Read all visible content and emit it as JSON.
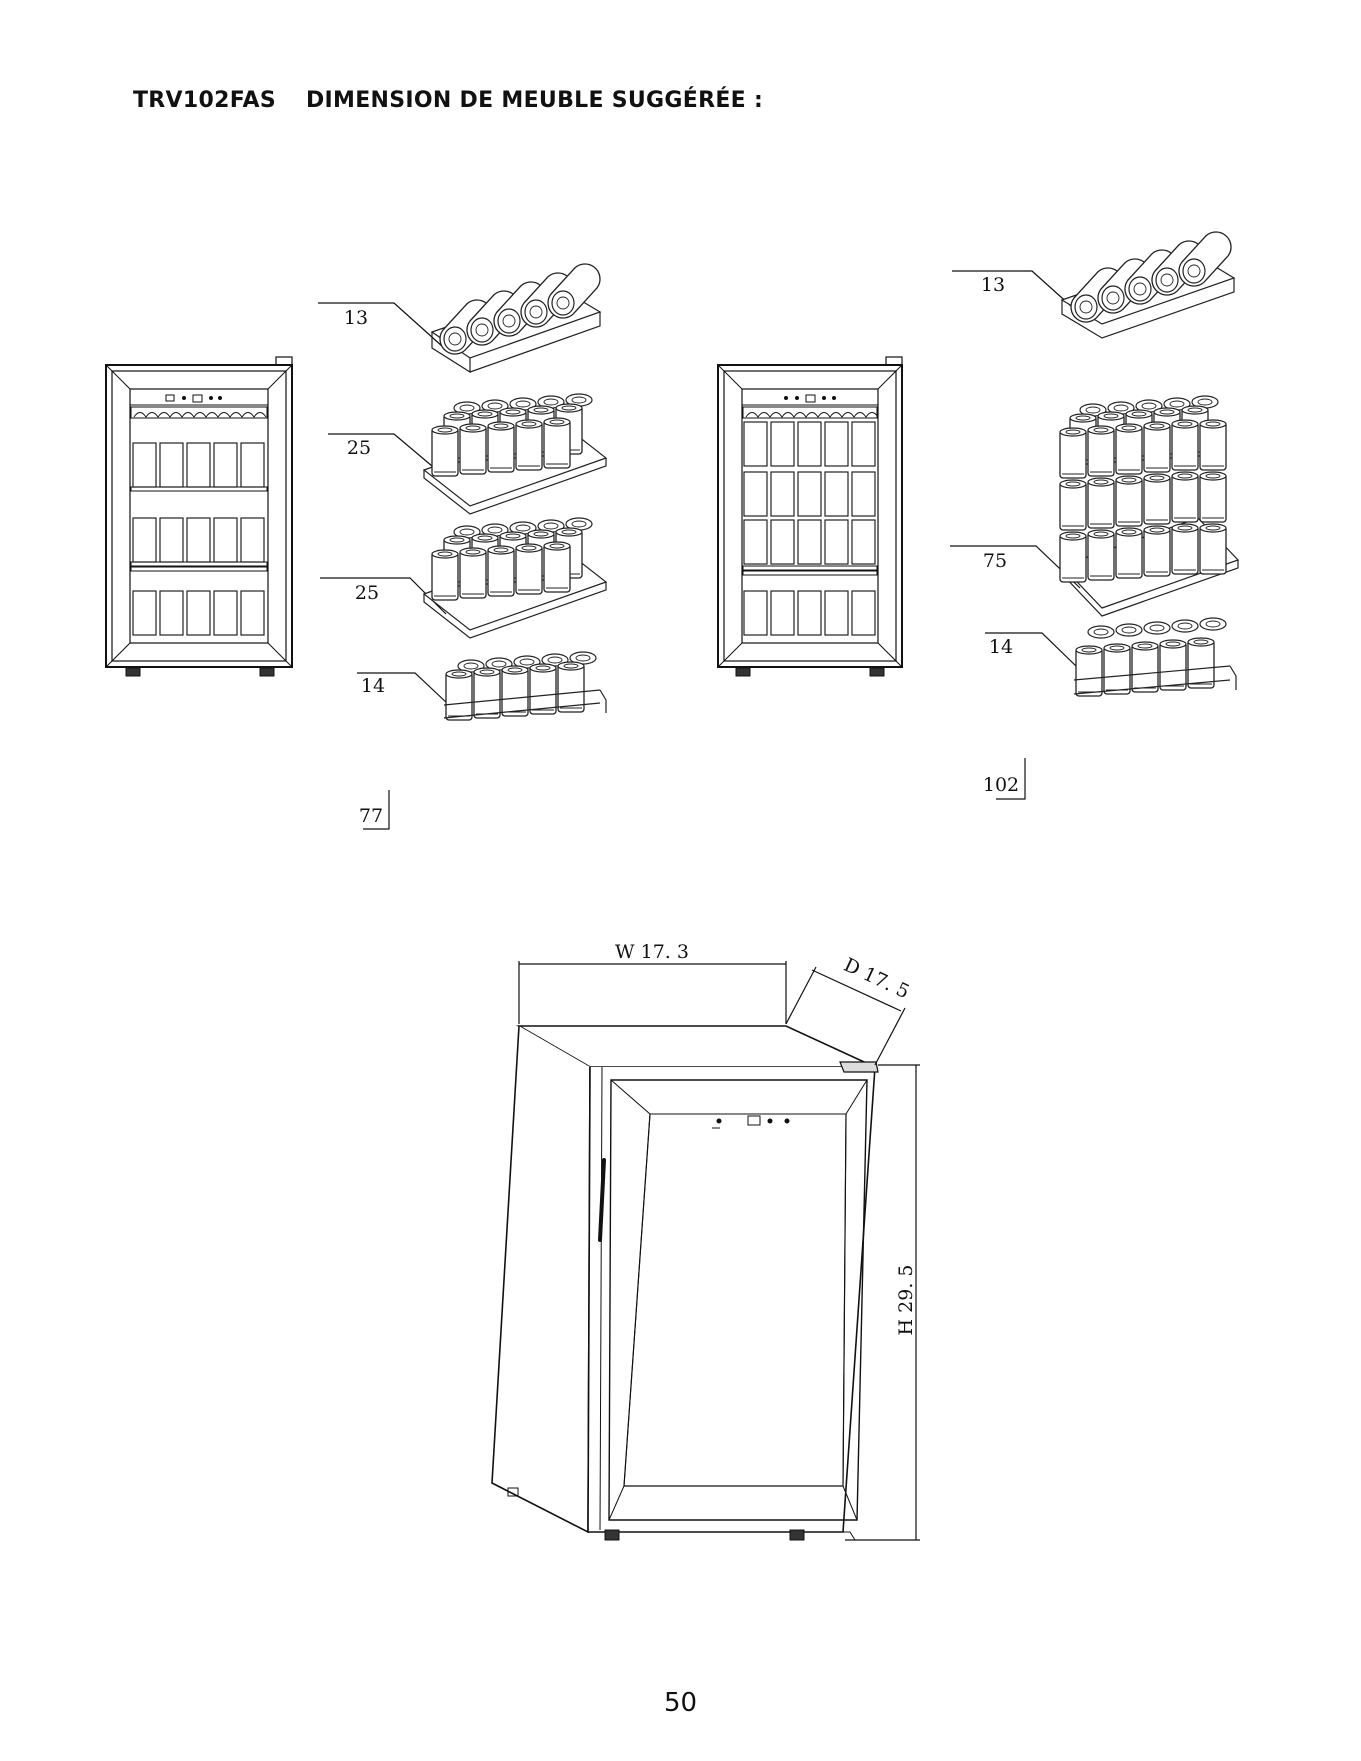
{
  "header": {
    "model": "TRV102FAS",
    "title": "DIMENSION DE MEUBLE SUGGÉRÉE :"
  },
  "config_a": {
    "shelves": [
      {
        "label": "13"
      },
      {
        "label": "25"
      },
      {
        "label": "25"
      },
      {
        "label": "14"
      }
    ],
    "total": "77"
  },
  "config_b": {
    "shelves": [
      {
        "label": "13"
      },
      {
        "label": "75"
      },
      {
        "label": "14"
      }
    ],
    "total": "102"
  },
  "dimensions": {
    "width": "W 17. 3",
    "depth": "D 17. 5",
    "height": "H 29. 5"
  },
  "page_number": "50"
}
